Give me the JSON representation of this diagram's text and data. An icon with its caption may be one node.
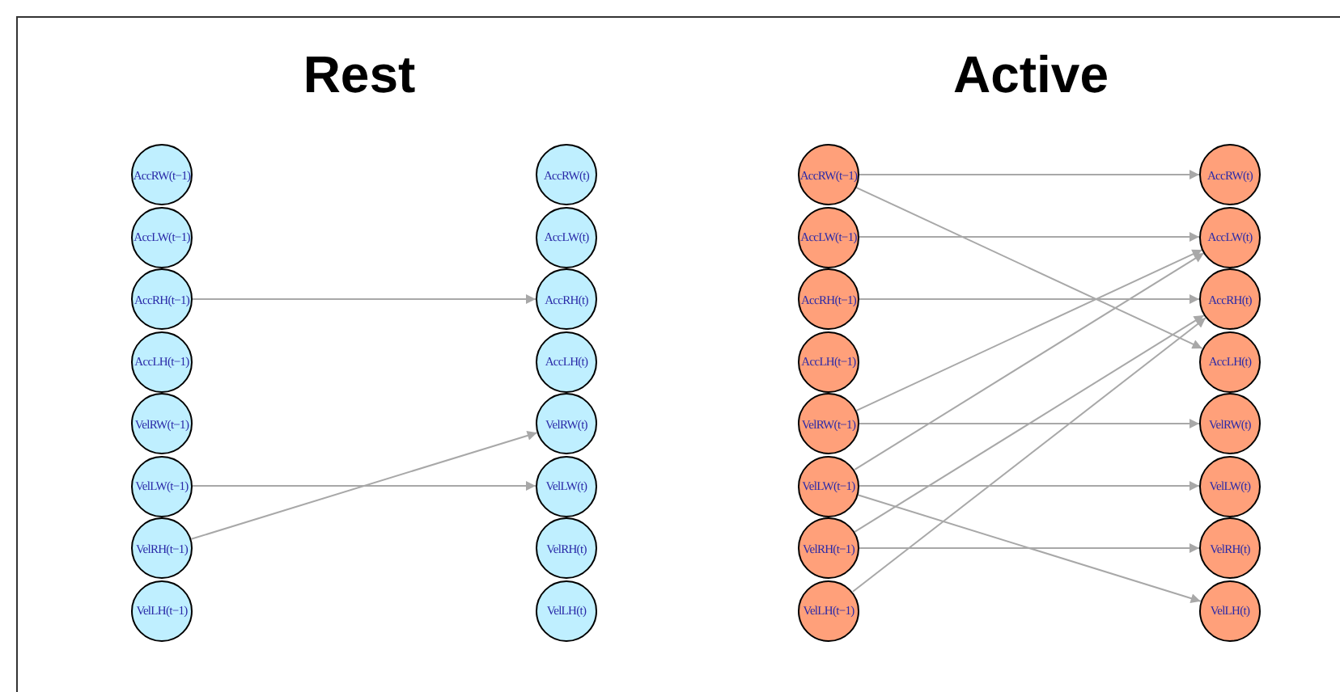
{
  "diagram": {
    "nodes": [
      {
        "text": [
          "AccRW(t−1)"
        ]
      },
      {
        "text": [
          "AccLW(t−1)"
        ]
      },
      {
        "text": [
          "AccRH(t−1)"
        ]
      },
      {
        "text": [
          "AccLH(t−1)"
        ]
      },
      {
        "text": [
          "VelRW(t−1)"
        ]
      },
      {
        "text": [
          "VelLW(t−1)"
        ]
      },
      {
        "text": [
          "VelRH(t−1)"
        ]
      },
      {
        "text": [
          "VelLH(t−1)"
        ]
      },
      {
        "text": [
          "AccRW(t)"
        ]
      },
      {
        "text": [
          "AccLW(t)"
        ]
      },
      {
        "text": [
          "AccRH(t)"
        ]
      },
      {
        "text": [
          "AccLH(t)"
        ]
      },
      {
        "text": [
          "VelRW(t)"
        ]
      },
      {
        "text": [
          "VelLW(t)"
        ]
      },
      {
        "text": [
          "VelRH(t)"
        ]
      },
      {
        "text": [
          "VelLH(t)"
        ]
      },
      {
        "text": [
          "AccRW(t−1)"
        ]
      },
      {
        "text": [
          "AccLW(t−1)"
        ]
      },
      {
        "text": [
          "AccRH(t−1)"
        ]
      },
      {
        "text": [
          "AccLH(t−1)"
        ]
      },
      {
        "text": [
          "VelRW(t−1)"
        ]
      },
      {
        "text": [
          "VelLW(t−1)"
        ]
      },
      {
        "text": [
          "VelRH(t−1)"
        ]
      },
      {
        "text": [
          "VelLH(t−1)"
        ]
      },
      {
        "text": [
          "AccRW(t)"
        ]
      },
      {
        "text": [
          "AccLW(t)"
        ]
      },
      {
        "text": [
          "AccRH(t)"
        ]
      },
      {
        "text": [
          "AccLH(t)"
        ]
      },
      {
        "text": [
          "VelRW(t)"
        ]
      },
      {
        "text": [
          "VelLW(t)"
        ]
      },
      {
        "text": [
          "VelRH(t)"
        ]
      },
      {
        "text": [
          "VelLH(t)"
        ]
      }
    ],
    "edges": [
      {
        "from": 2,
        "to": 10,
        "arrow": "to"
      },
      {
        "from": 5,
        "to": 13,
        "arrow": "to"
      },
      {
        "from": 6,
        "to": 12,
        "arrow": "to"
      },
      {
        "from": 16,
        "to": 24,
        "arrow": "to"
      },
      {
        "from": 16,
        "to": 27,
        "arrow": "to"
      },
      {
        "from": 17,
        "to": 25,
        "arrow": "to"
      },
      {
        "from": 18,
        "to": 26,
        "arrow": "to"
      },
      {
        "from": 20,
        "to": 25,
        "arrow": "to"
      },
      {
        "from": 20,
        "to": 28,
        "arrow": "to"
      },
      {
        "from": 21,
        "to": 25,
        "arrow": "to"
      },
      {
        "from": 21,
        "to": 29,
        "arrow": "to"
      },
      {
        "from": 21,
        "to": 31,
        "arrow": "to"
      },
      {
        "from": 22,
        "to": 26,
        "arrow": "to"
      },
      {
        "from": 22,
        "to": 30,
        "arrow": "to"
      },
      {
        "from": 23,
        "to": 26,
        "arrow": "to"
      }
    ],
    "labels": [
      "Rest",
      "Active"
    ]
  }
}
